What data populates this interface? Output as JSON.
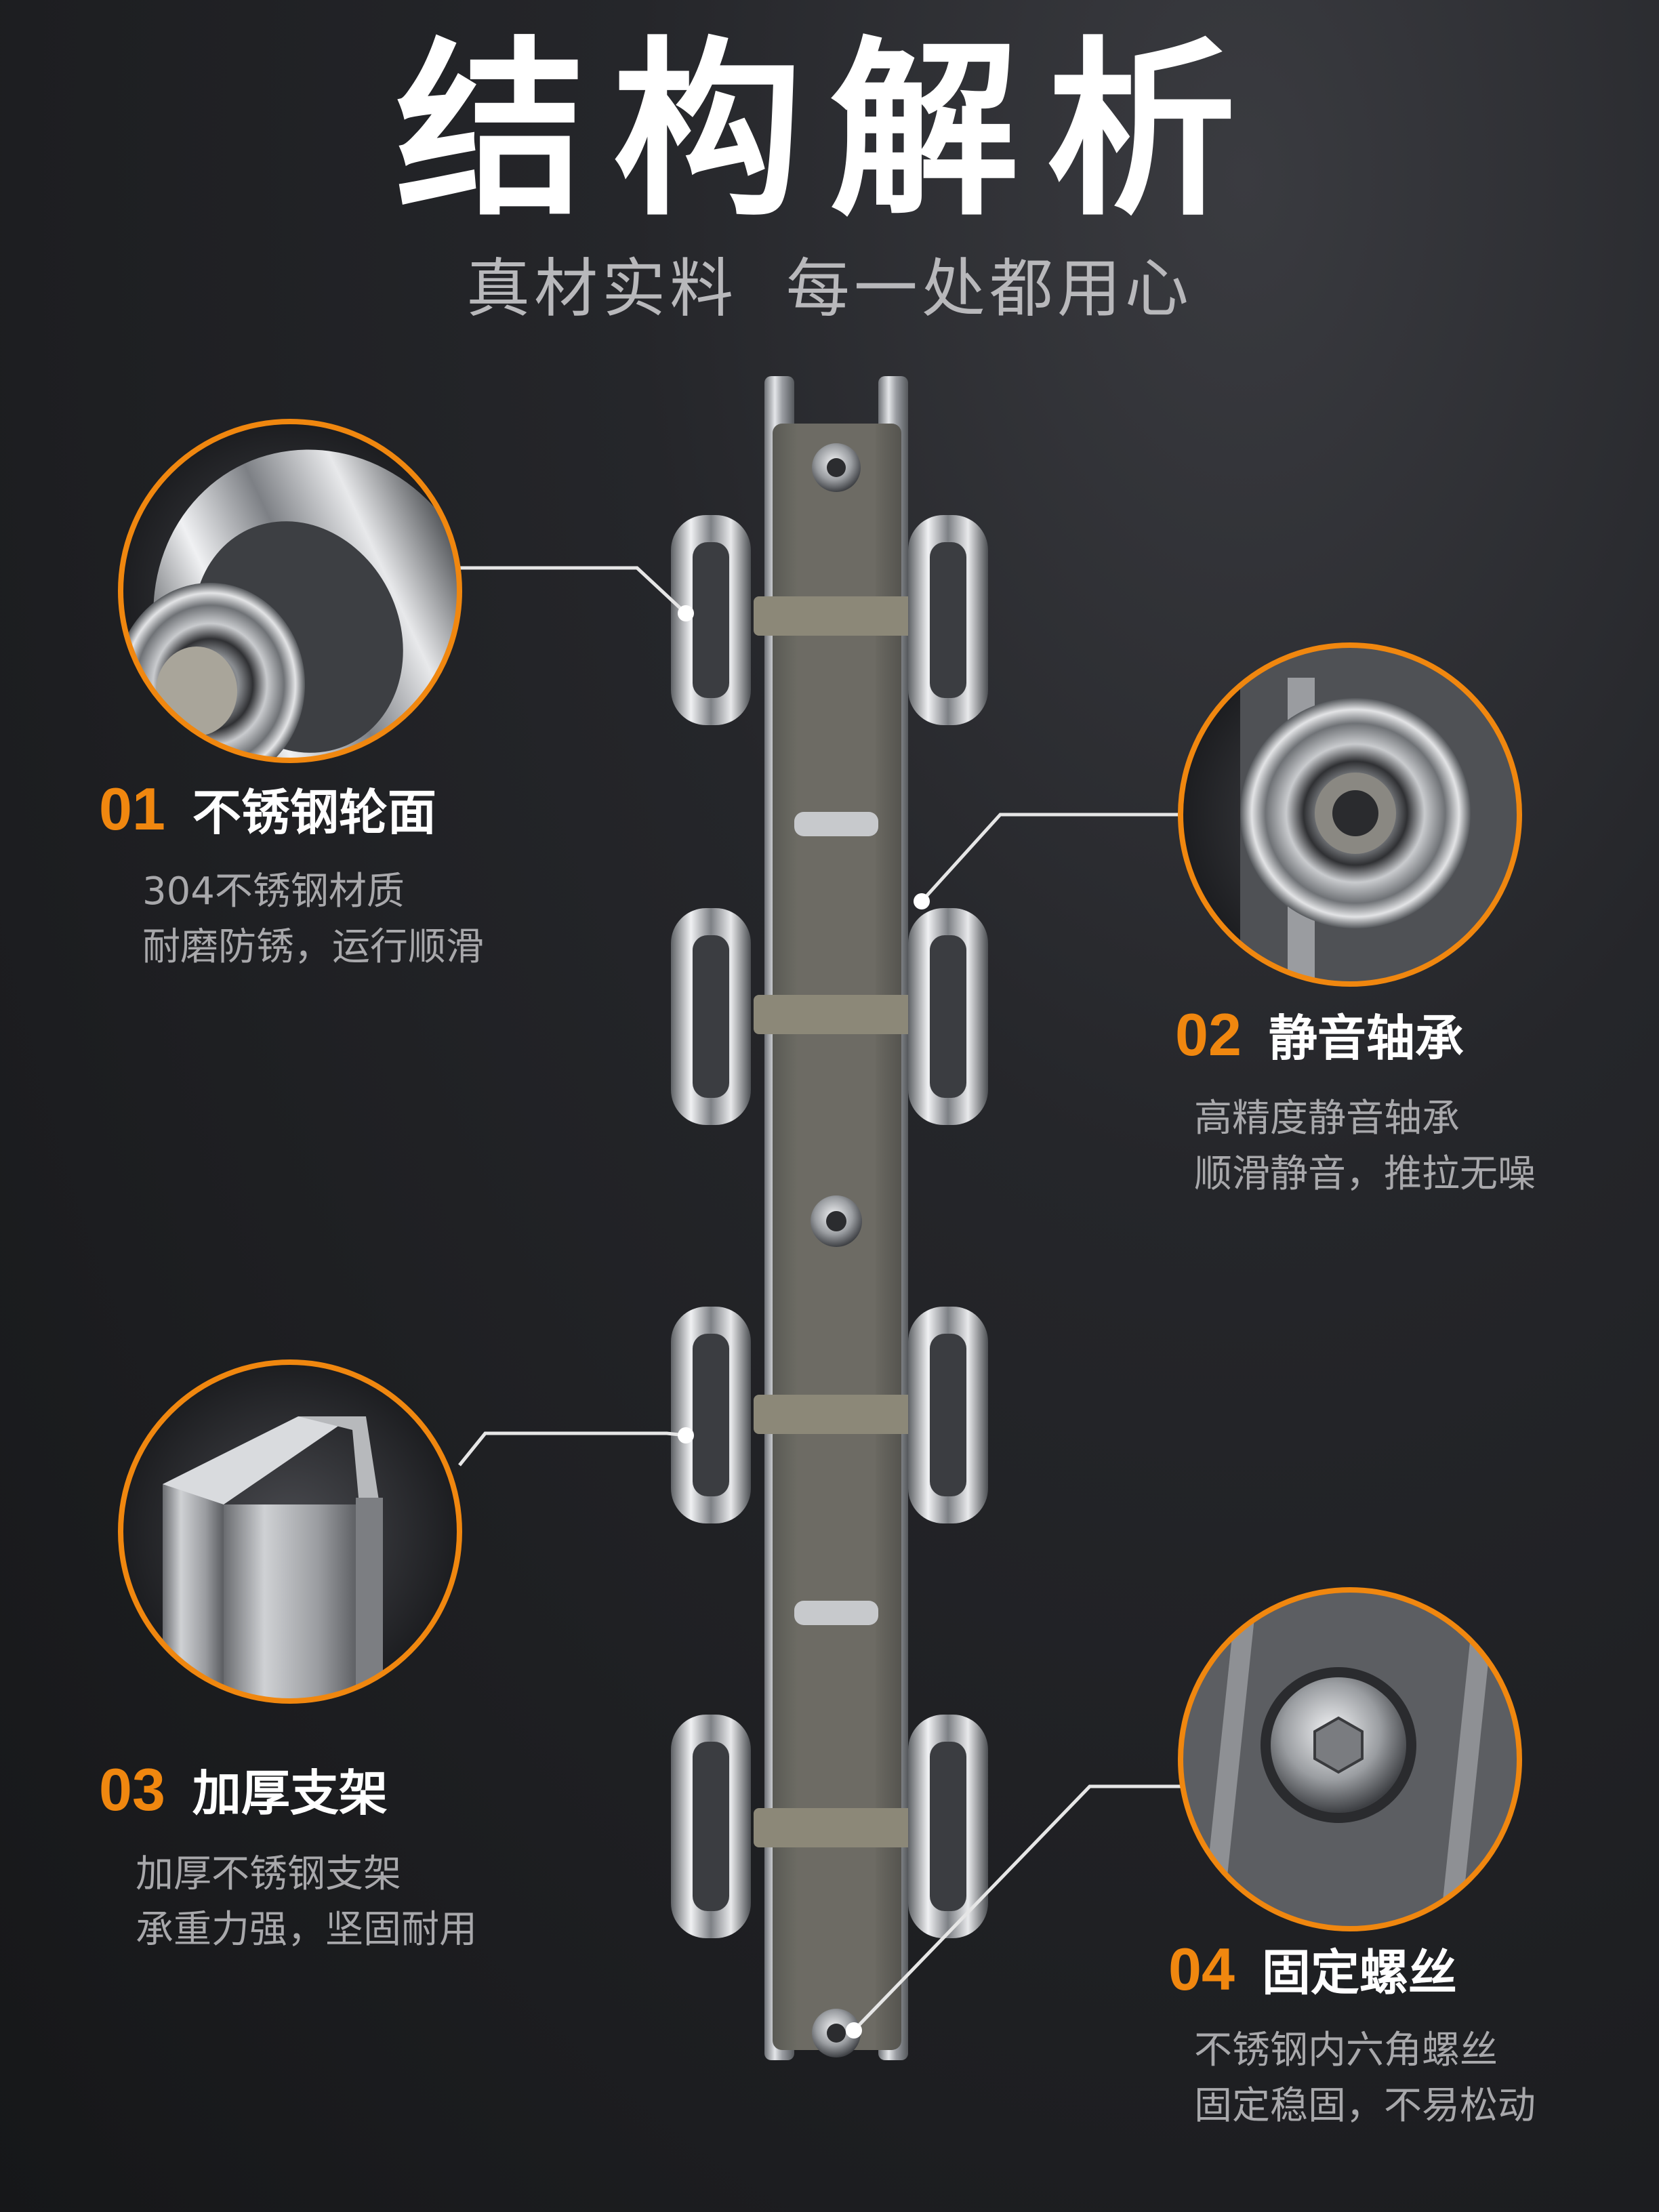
{
  "title": "结构解析",
  "subtitle": "真材实料  每一处都用心",
  "colors": {
    "accent": "#f0870f",
    "background": "#1c1d20",
    "steel": "#b9bcc0"
  },
  "features": [
    {
      "number": "01",
      "title": "不锈钢轮面",
      "desc_line1": "304不锈钢材质",
      "desc_line2": "耐磨防锈，运行顺滑"
    },
    {
      "number": "02",
      "title": "静音轴承",
      "desc_line1": "高精度静音轴承",
      "desc_line2": "顺滑静音，推拉无噪"
    },
    {
      "number": "03",
      "title": "加厚支架",
      "desc_line1": "加厚不锈钢支架",
      "desc_line2": "承重力强，坚固耐用"
    },
    {
      "number": "04",
      "title": "固定螺丝",
      "desc_line1": "不锈钢内六角螺丝",
      "desc_line2": "固定稳固，不易松动"
    }
  ]
}
